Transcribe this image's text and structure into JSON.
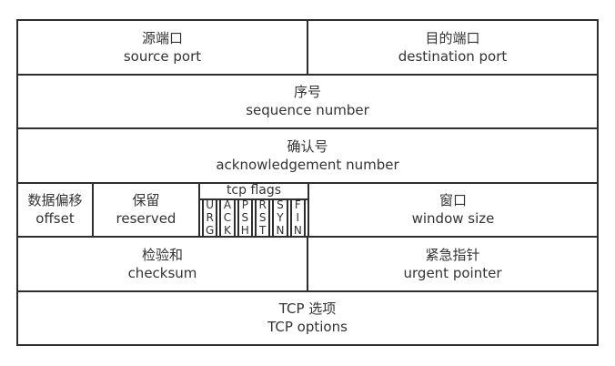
{
  "colors": {
    "border": "#2e2e2e",
    "text": "#333333",
    "background": "#ffffff"
  },
  "table": {
    "row1": {
      "left": {
        "zh": "源端口",
        "en": "source port"
      },
      "right": {
        "zh": "目的端口",
        "en": "destination port"
      }
    },
    "row2": {
      "zh": "序号",
      "en": "sequence number"
    },
    "row3": {
      "zh": "确认号",
      "en": "acknowledgement number"
    },
    "row4": {
      "offset": {
        "zh": "数据偏移",
        "en": "offset"
      },
      "reserved": {
        "zh": "保留",
        "en": "reserved"
      },
      "flags": {
        "header": "tcp flags",
        "cells": [
          "U\nR\nG",
          "A\nC\nK",
          "P\nS\nH",
          "R\nS\nT",
          "S\nY\nN",
          "F\nI\nN"
        ]
      },
      "window": {
        "zh": "窗口",
        "en": "window size"
      }
    },
    "row5": {
      "left": {
        "zh": "检验和",
        "en": "checksum"
      },
      "right": {
        "zh": "紧急指针",
        "en": "urgent pointer"
      }
    },
    "row6": {
      "zh": "TCP 选项",
      "en": "TCP options"
    }
  }
}
